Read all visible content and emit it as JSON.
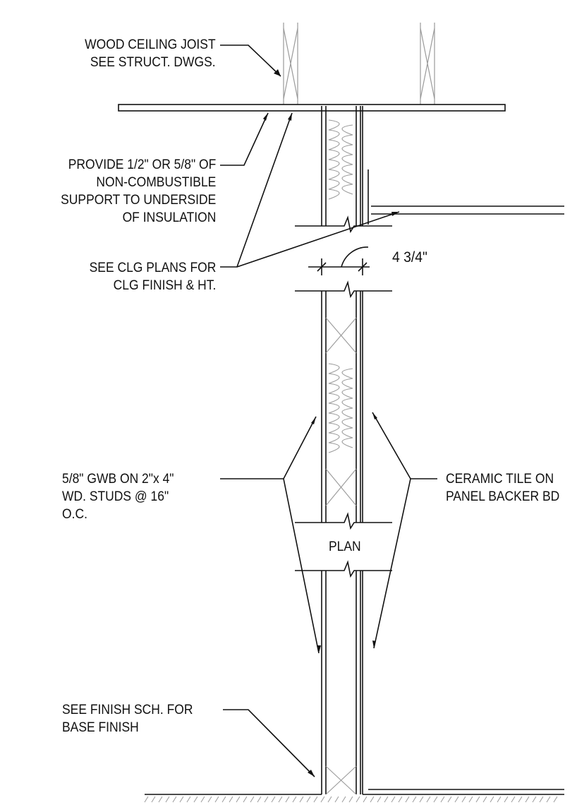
{
  "notes": {
    "joist": [
      "WOOD CEILING JOIST",
      "SEE STRUCT. DWGS."
    ],
    "support": [
      "PROVIDE 1/2\" OR 5/8\" OF",
      "NON-COMBUSTIBLE",
      "SUPPORT TO UNDERSIDE",
      "OF INSULATION"
    ],
    "ceiling": [
      "SEE CLG PLANS FOR",
      "CLG FINISH & HT."
    ],
    "dimension": "4 3/4\"",
    "gwb": [
      "5/8\" GWB ON  2\"x 4\"",
      "WD. STUDS @  16\"",
      "O.C."
    ],
    "tile": [
      "CERAMIC TILE ON",
      "PANEL BACKER BD"
    ],
    "plan": "PLAN",
    "base": [
      "SEE FINISH SCH. FOR",
      "BASE FINISH"
    ]
  },
  "colors": {
    "line": "#111111",
    "light": "#9a9a9a"
  }
}
